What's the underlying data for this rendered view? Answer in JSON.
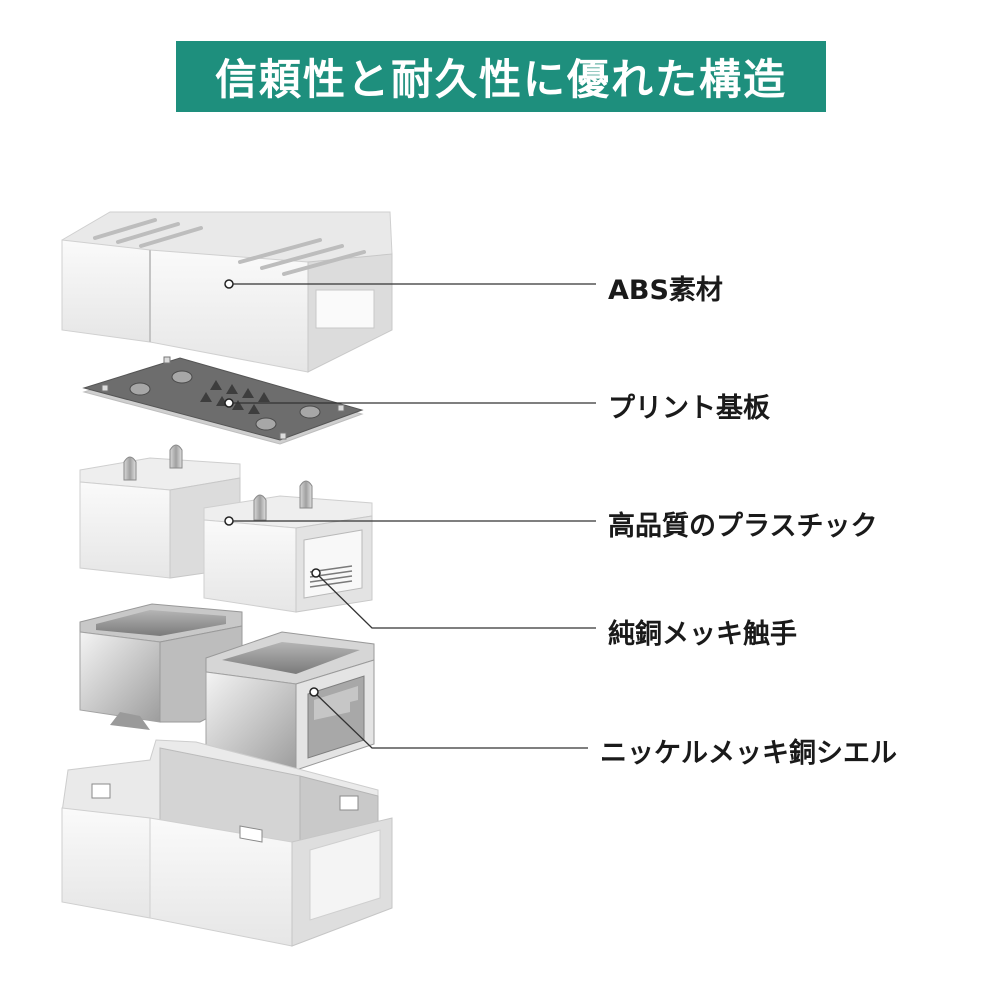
{
  "header": {
    "title": "信頼性と耐久性に優れた構造"
  },
  "callouts": [
    {
      "id": "abs",
      "label": "ABS素材"
    },
    {
      "id": "pcb",
      "label": "プリント基板"
    },
    {
      "id": "plastic",
      "label": "高品質のプラスチック"
    },
    {
      "id": "contact",
      "label": "純銅メッキ触手"
    },
    {
      "id": "shell",
      "label": "ニッケルメッキ銅シエル"
    }
  ],
  "colors": {
    "banner_bg": "#1e8f7d",
    "banner_text": "#ffffff",
    "label_text": "#1a1a1a",
    "pcb": "#6d6d6d",
    "plastic_white": "#f2f2f2"
  }
}
